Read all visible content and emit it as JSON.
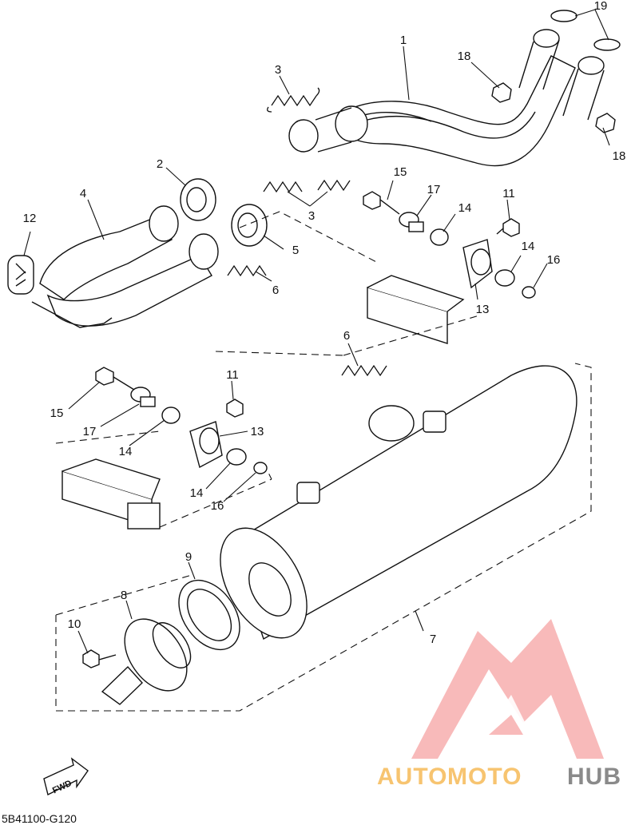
{
  "diagram": {
    "labels": [
      {
        "id": "l1",
        "text": "1"
      },
      {
        "id": "l2",
        "text": "2"
      },
      {
        "id": "l3a",
        "text": "3"
      },
      {
        "id": "l3b",
        "text": "3"
      },
      {
        "id": "l4",
        "text": "4"
      },
      {
        "id": "l5",
        "text": "5"
      },
      {
        "id": "l6a",
        "text": "6"
      },
      {
        "id": "l6b",
        "text": "6"
      },
      {
        "id": "l7",
        "text": "7"
      },
      {
        "id": "l8",
        "text": "8"
      },
      {
        "id": "l9",
        "text": "9"
      },
      {
        "id": "l10",
        "text": "10"
      },
      {
        "id": "l11a",
        "text": "11"
      },
      {
        "id": "l11b",
        "text": "11"
      },
      {
        "id": "l12",
        "text": "12"
      },
      {
        "id": "l13a",
        "text": "13"
      },
      {
        "id": "l13b",
        "text": "13"
      },
      {
        "id": "l14a",
        "text": "14"
      },
      {
        "id": "l14b",
        "text": "14"
      },
      {
        "id": "l14c",
        "text": "14"
      },
      {
        "id": "l14d",
        "text": "14"
      },
      {
        "id": "l15a",
        "text": "15"
      },
      {
        "id": "l15b",
        "text": "15"
      },
      {
        "id": "l16a",
        "text": "16"
      },
      {
        "id": "l16b",
        "text": "16"
      },
      {
        "id": "l17a",
        "text": "17"
      },
      {
        "id": "l17b",
        "text": "17"
      },
      {
        "id": "l18a",
        "text": "18"
      },
      {
        "id": "l18b",
        "text": "18"
      },
      {
        "id": "l19",
        "text": "19"
      }
    ],
    "fwd_label": "FWD",
    "drawing_code": "5B41100-G120"
  },
  "watermark": {
    "text_auto": "AUTO",
    "text_moto": "MOTO",
    "text_hub": "HUB",
    "colors": {
      "auto": "#f7c470",
      "moto": "#f7c470",
      "hub": "#8a8a8a",
      "logo": "#f08a8a"
    }
  }
}
